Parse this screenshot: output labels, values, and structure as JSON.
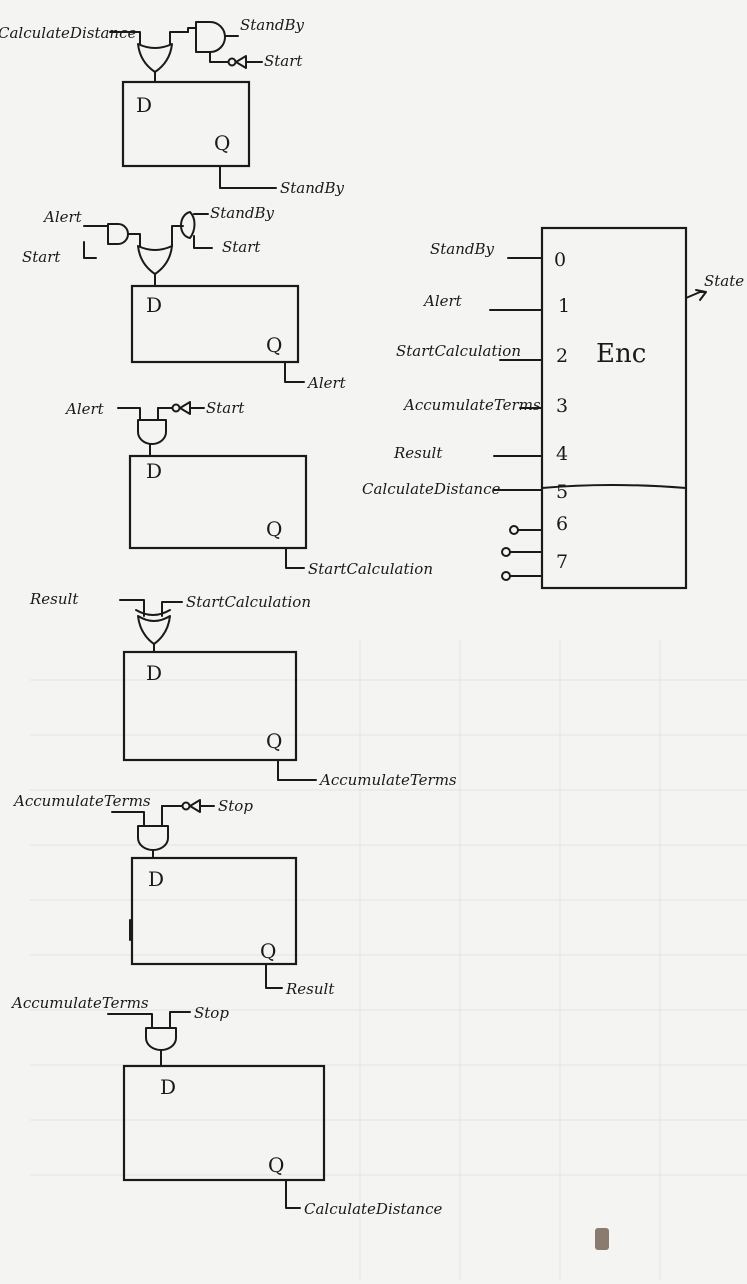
{
  "flipflops": [
    {
      "d": "D",
      "q": "Q",
      "output": "StandBy",
      "inputs": {
        "a": "CalculateDistance",
        "b": "StandBy",
        "c": "Start"
      }
    },
    {
      "d": "D",
      "q": "Q",
      "output": "Alert",
      "inputs": {
        "a": "Alert",
        "b": "Start",
        "c": "StandBy",
        "e": "Start"
      }
    },
    {
      "d": "D",
      "q": "Q",
      "output": "StartCalculation",
      "inputs": {
        "a": "Alert",
        "b": "Start"
      }
    },
    {
      "d": "D",
      "q": "Q",
      "output": "AccumulateTerms",
      "inputs": {
        "a": "Result",
        "b": "StartCalculation"
      }
    },
    {
      "d": "D",
      "q": "Q",
      "output": "Result",
      "inputs": {
        "a": "AccumulateTerms",
        "b": "Stop"
      }
    },
    {
      "d": "D",
      "q": "Q",
      "output": "CalculateDistance",
      "inputs": {
        "a": "AccumulateTerms",
        "b": "Stop"
      }
    }
  ],
  "encoder": {
    "label": "Enc",
    "output": "State",
    "inputs": [
      {
        "pin": "0",
        "signal": "StandBy"
      },
      {
        "pin": "1",
        "signal": "Alert"
      },
      {
        "pin": "2",
        "signal": "StartCalculation"
      },
      {
        "pin": "3",
        "signal": "AccumulateTerms"
      },
      {
        "pin": "4",
        "signal": "Result"
      },
      {
        "pin": "5",
        "signal": "CalculateDistance"
      },
      {
        "pin": "6",
        "signal": ""
      },
      {
        "pin": "7",
        "signal": ""
      }
    ]
  }
}
